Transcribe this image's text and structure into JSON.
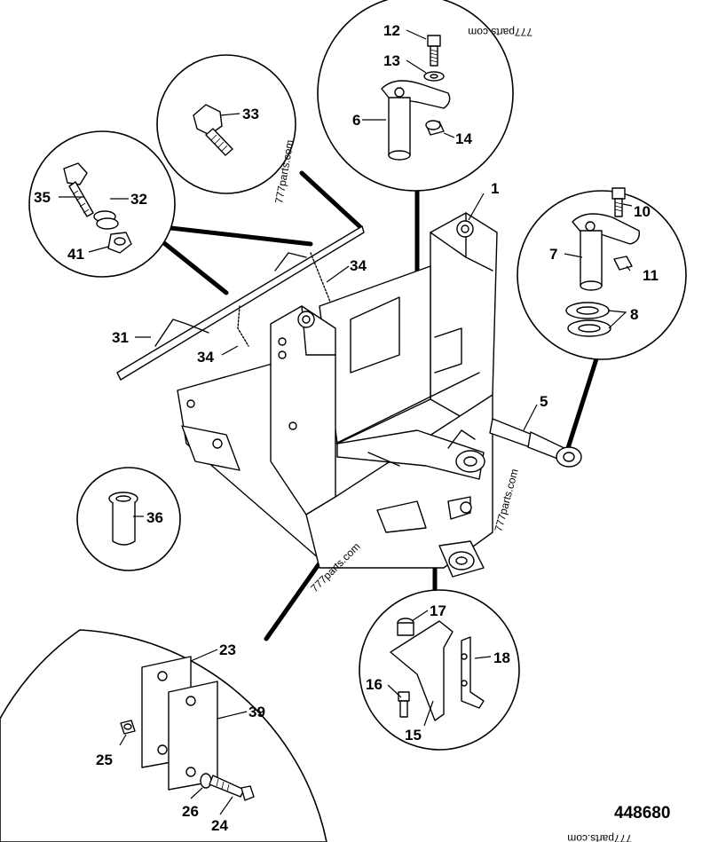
{
  "drawing_number": "448680",
  "watermarks": [
    "777parts.com",
    "777parts.com",
    "777parts.com",
    "777parts.com",
    "777parts.com"
  ],
  "callouts": {
    "c1": "1",
    "c5": "5",
    "c6": "6",
    "c7": "7",
    "c8": "8",
    "c10": "10",
    "c11": "11",
    "c12": "12",
    "c13": "13",
    "c14": "14",
    "c15": "15",
    "c16": "16",
    "c17": "17",
    "c18": "18",
    "c23": "23",
    "c24": "24",
    "c25": "25",
    "c26": "26",
    "c31": "31",
    "c32": "32",
    "c33": "33",
    "c34a": "34",
    "c34b": "34",
    "c35": "35",
    "c36": "36",
    "c39": "39",
    "c41": "41"
  }
}
